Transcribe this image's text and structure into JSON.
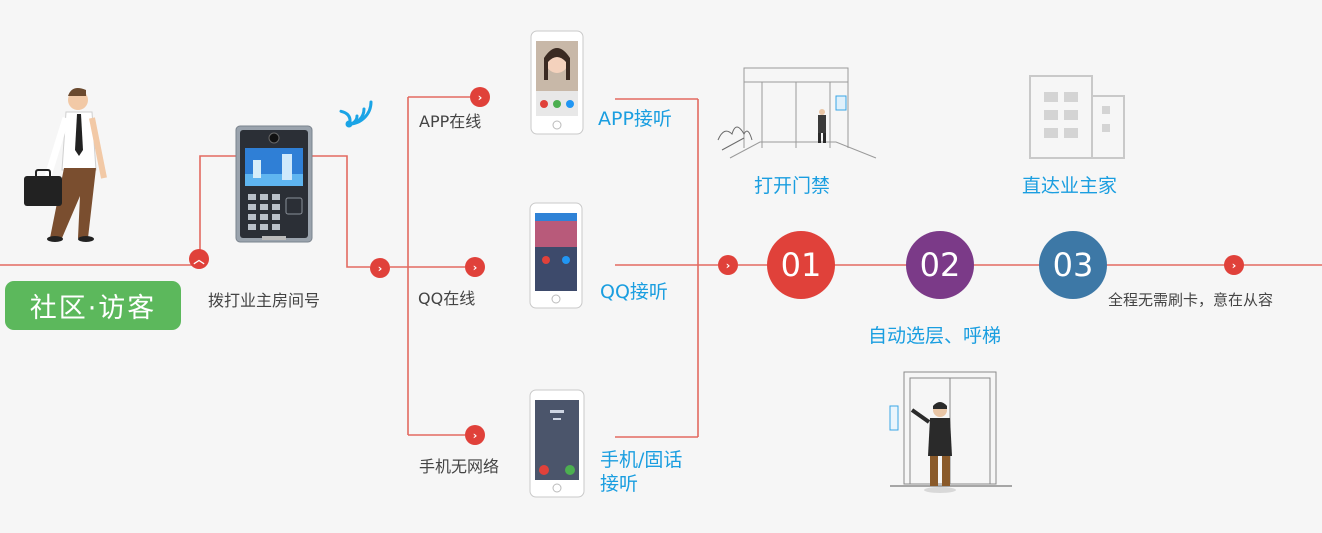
{
  "colors": {
    "line": "#e36a60",
    "accent_red": "#e0413a",
    "blue_text": "#1a9ee0",
    "green": "#5cb85c",
    "step1": "#e0413a",
    "step2": "#7b3a88",
    "step3": "#3d78a6"
  },
  "visitor": {
    "label": "社区·访客"
  },
  "panel": {
    "label": "拨打业主房间号"
  },
  "channels": [
    {
      "label": "APP在线",
      "answer": "APP接听"
    },
    {
      "label": "QQ在线",
      "answer": "QQ接听"
    },
    {
      "label": "手机无网络",
      "answer_line1": "手机/固话",
      "answer_line2": "接听"
    }
  ],
  "steps": [
    {
      "number": "01",
      "caption": "打开门禁"
    },
    {
      "number": "02",
      "caption": "自动选层、呼梯"
    },
    {
      "number": "03",
      "caption": "直达业主家"
    }
  ],
  "final": {
    "label": "全程无需刷卡，意在从容"
  },
  "icons": {
    "dot": "chevron-right-circle-icon",
    "up_dot": "chevron-up-circle-icon",
    "wifi": "wifi-signal-icon"
  }
}
